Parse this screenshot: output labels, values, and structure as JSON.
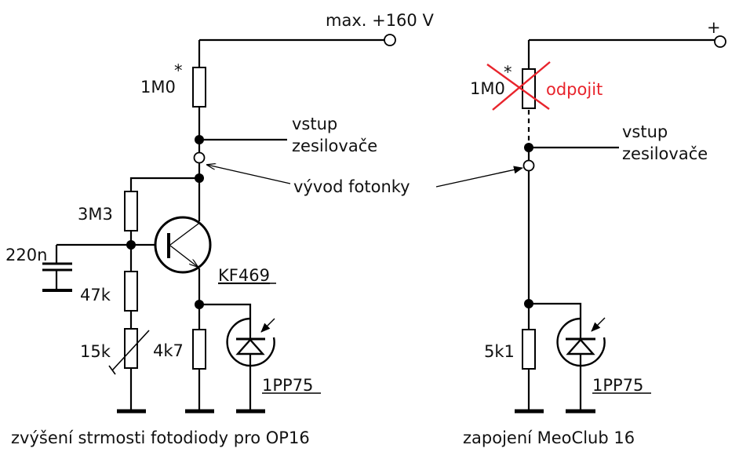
{
  "colors": {
    "wire": "#000000",
    "crossout": "#e8242c",
    "background": "#ffffff"
  },
  "left_circuit": {
    "caption": "zvýšení strmosti fotodiody pro OP16",
    "supply_label": "max. +160 V",
    "r_top": {
      "value": "1M0",
      "marker": "*"
    },
    "amp_input_label_line1": "vstup",
    "amp_input_label_line2": "zesilovače",
    "r_bias_top": "3M3",
    "capacitor": "220n",
    "r_bias_bottom": "47k",
    "trimmer": "15k",
    "transistor": "KF469",
    "r_emitter": "4k7",
    "photodiode": "1PP75"
  },
  "shared": {
    "photocell_lead_label": "vývod fotonky"
  },
  "right_circuit": {
    "caption": "zapojení MeoClub 16",
    "supply_label": "+",
    "r_top": {
      "value": "1M0",
      "marker": "*"
    },
    "disconnect_note": "odpojit",
    "amp_input_label_line1": "vstup",
    "amp_input_label_line2": "zesilovače",
    "r_load": "5k1",
    "photodiode": "1PP75"
  }
}
